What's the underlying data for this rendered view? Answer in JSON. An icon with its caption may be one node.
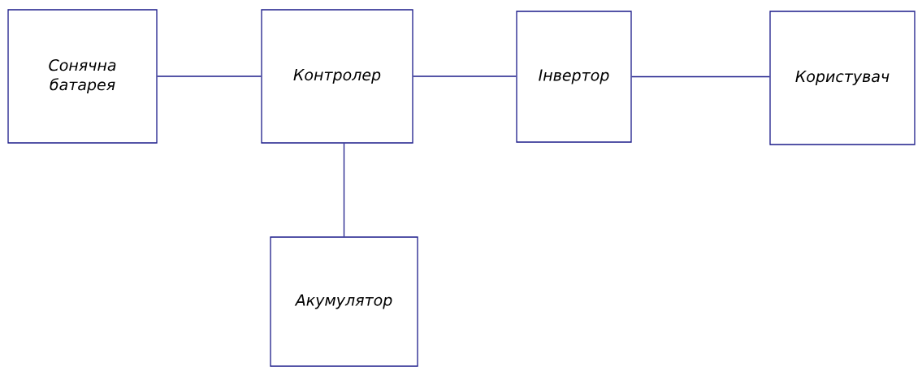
{
  "diagram": {
    "nodes": [
      {
        "text": [
          "Сонячна батарея"
        ]
      },
      {
        "text": [
          "Контролер"
        ]
      },
      {
        "text": [
          "Інвертор"
        ]
      },
      {
        "text": [
          "Користувач"
        ]
      },
      {
        "text": [
          "Акумулятор"
        ]
      }
    ],
    "edges": [
      {
        "from": 0,
        "to": 1,
        "arrow": "none"
      },
      {
        "from": 1,
        "to": 2,
        "arrow": "none"
      },
      {
        "from": 2,
        "to": 3,
        "arrow": "none"
      },
      {
        "from": 1,
        "to": 4,
        "arrow": "none"
      }
    ]
  }
}
